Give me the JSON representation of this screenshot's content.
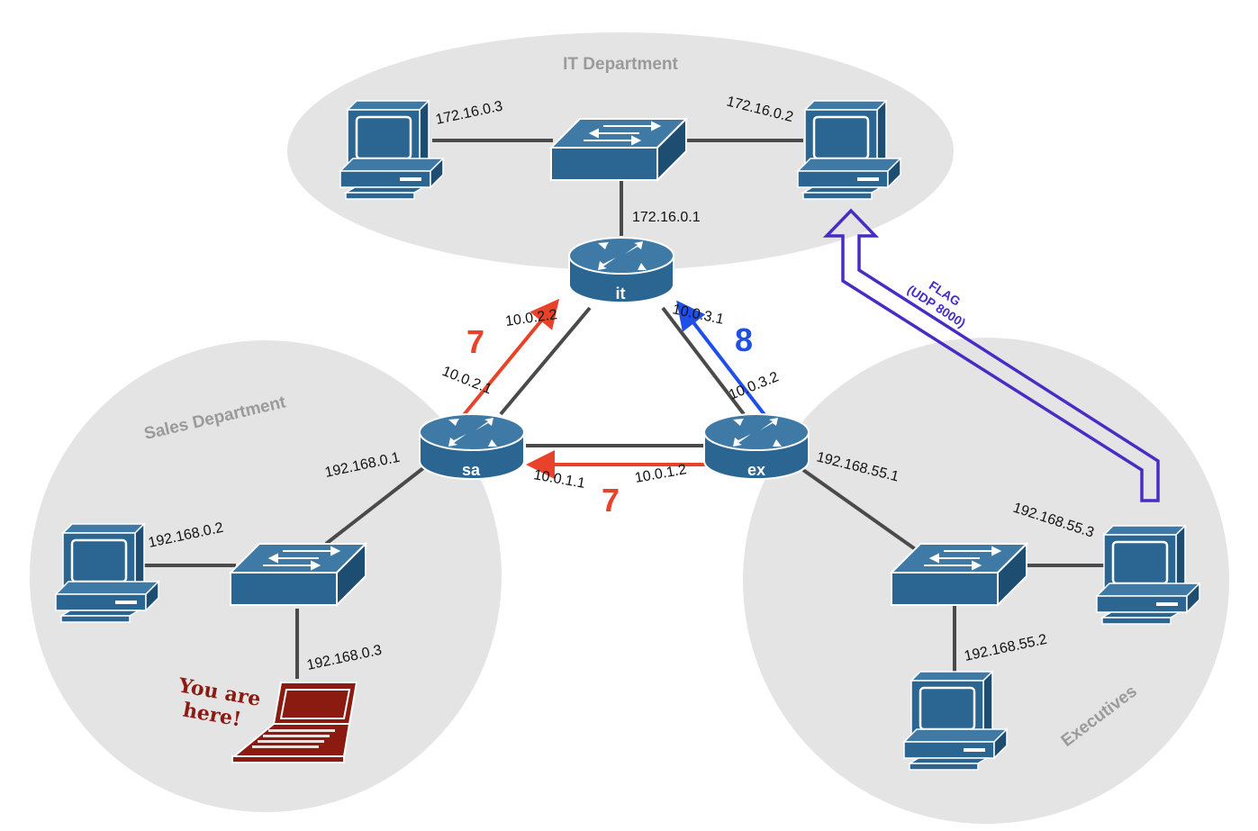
{
  "zones": {
    "it": "IT Department",
    "sales": "Sales Department",
    "exec": "Executives"
  },
  "routers": {
    "it": "it",
    "sa": "sa",
    "ex": "ex"
  },
  "ips": {
    "it_pc_left": "172.16.0.3",
    "it_pc_right": "172.16.0.2",
    "it_router": "172.16.0.1",
    "it_sa_it_side": "10.0.2.2",
    "it_sa_sa_side": "10.0.2.1",
    "it_ex_it_side": "10.0.3.1",
    "it_ex_ex_side": "10.0.3.2",
    "sa_ex_sa_side": "10.0.1.1",
    "sa_ex_ex_side": "10.0.1.2",
    "sa_router": "192.168.0.1",
    "sales_pc": "192.168.0.2",
    "sales_laptop": "192.168.0.3",
    "ex_router": "192.168.55.1",
    "exec_pc_right": "192.168.55.3",
    "exec_pc_bottom": "192.168.55.2"
  },
  "costs": {
    "sa_to_it": "7",
    "ex_to_sa": "7",
    "ex_to_it": "8"
  },
  "flag": {
    "line1": "FLAG",
    "line2": "(UDP 8000)"
  },
  "you_are_here": {
    "line1": "You are",
    "line2": "here!"
  },
  "colors": {
    "device": "#2b6592",
    "zone_fill": "#e4e4e4",
    "link": "#4a4a4a",
    "red_arrow": "#e8432a",
    "blue_arrow": "#1f4ee8",
    "flag_arrow": "#4a2cc4",
    "laptop": "#8b1a10"
  }
}
